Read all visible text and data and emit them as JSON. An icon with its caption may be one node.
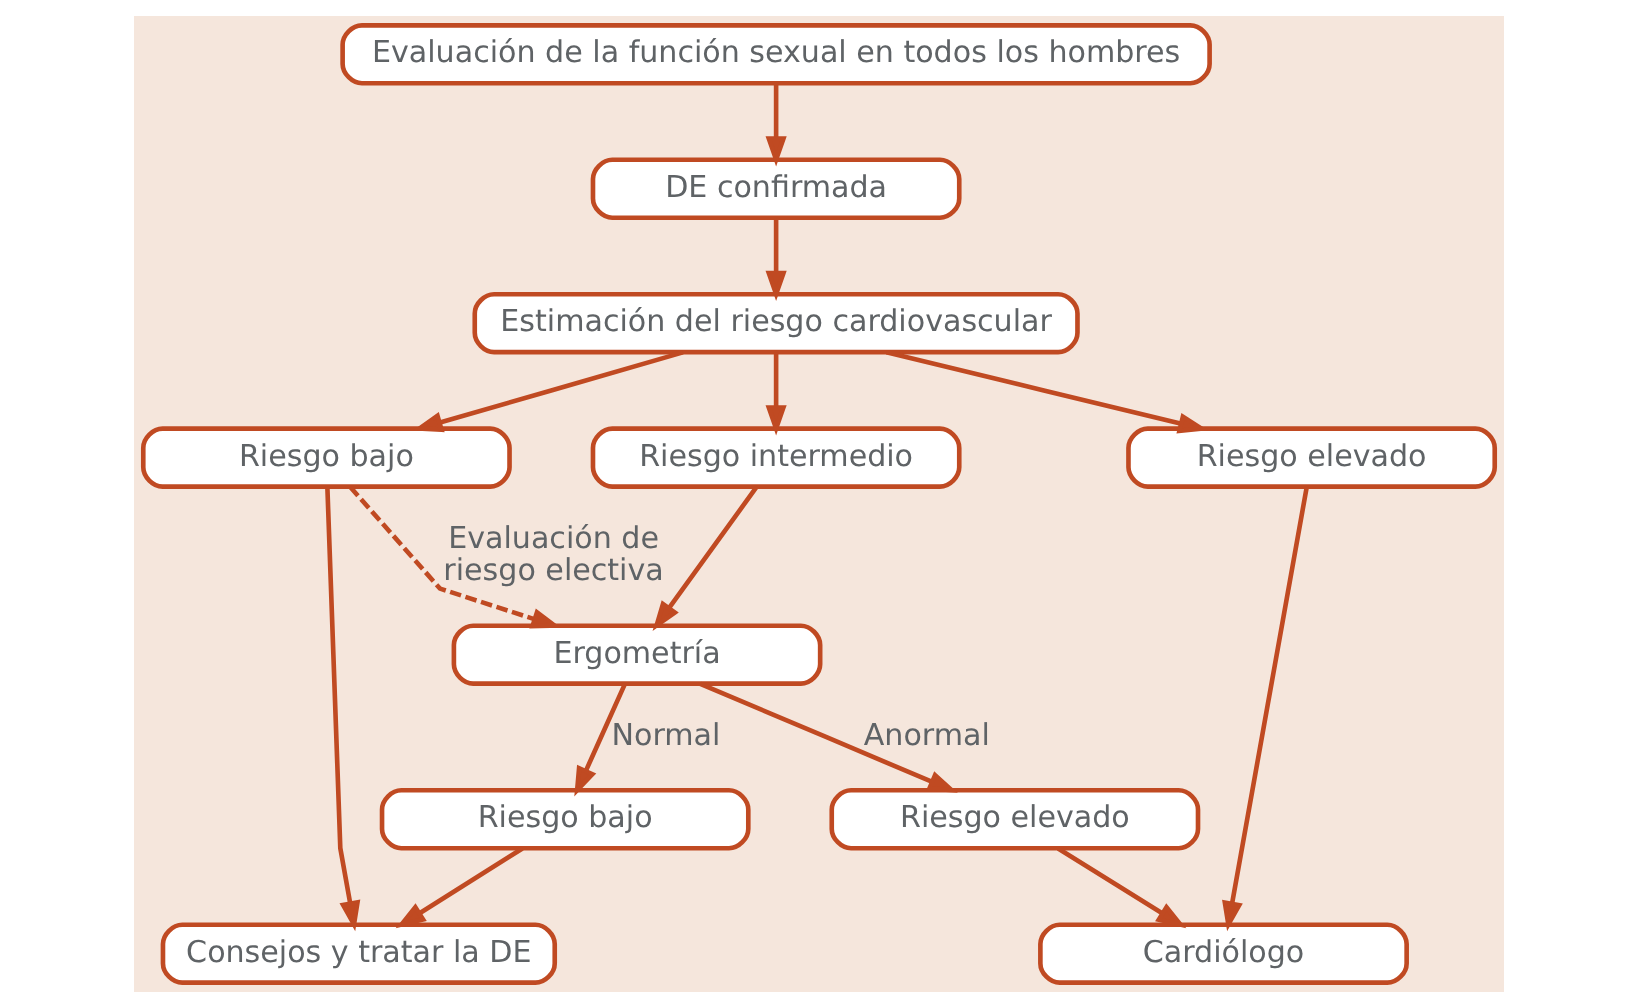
{
  "diagram": {
    "nodes": [
      {
        "text": [
          "Evaluación de la función sexual en todos los hombres"
        ]
      },
      {
        "text": [
          "DE confirmada"
        ]
      },
      {
        "text": [
          "Estimación del riesgo cardiovascular"
        ]
      },
      {
        "text": [
          "Riesgo bajo"
        ]
      },
      {
        "text": [
          "Riesgo intermedio"
        ]
      },
      {
        "text": [
          "Riesgo elevado"
        ]
      },
      {
        "text": [
          "Ergometría"
        ]
      },
      {
        "text": [
          "Riesgo bajo"
        ]
      },
      {
        "text": [
          "Riesgo elevado"
        ]
      },
      {
        "text": [
          "Consejos y tratar la DE"
        ]
      },
      {
        "text": [
          "Cardiólogo"
        ]
      }
    ],
    "edges": [
      {
        "from": 0,
        "to": 1,
        "arrow": "to"
      },
      {
        "from": 1,
        "to": 2,
        "arrow": "to"
      },
      {
        "from": 2,
        "to": 3,
        "arrow": "to"
      },
      {
        "from": 2,
        "to": 4,
        "arrow": "to"
      },
      {
        "from": 2,
        "to": 5,
        "arrow": "to"
      },
      {
        "from": 3,
        "to": 6,
        "arrow": "to",
        "style": "dashed",
        "label": "Evaluación de riesgo electiva"
      },
      {
        "from": 4,
        "to": 6,
        "arrow": "to"
      },
      {
        "from": 6,
        "to": 7,
        "arrow": "to",
        "label": "Normal"
      },
      {
        "from": 6,
        "to": 8,
        "arrow": "to",
        "label": "Anormal"
      },
      {
        "from": 3,
        "to": 9,
        "arrow": "to"
      },
      {
        "from": 7,
        "to": 9,
        "arrow": "to"
      },
      {
        "from": 8,
        "to": 10,
        "arrow": "to"
      },
      {
        "from": 5,
        "to": 10,
        "arrow": "to"
      }
    ]
  }
}
